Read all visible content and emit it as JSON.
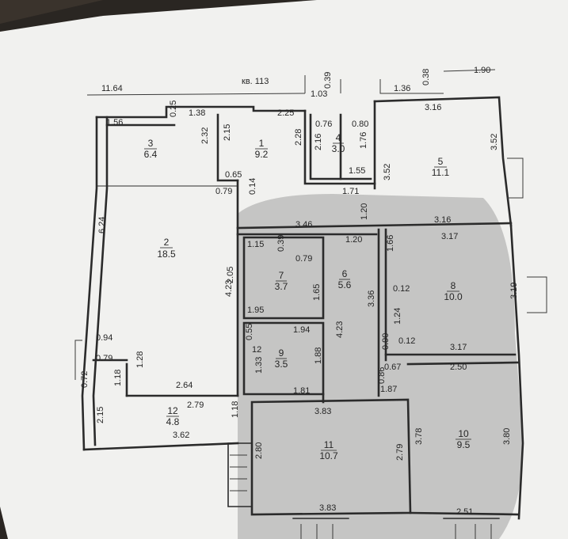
{
  "header": {
    "apartment": "кв. 113",
    "top_left_dim": "11.64",
    "top_right_dim": "1.90"
  },
  "rooms": [
    {
      "id": "1",
      "area": "9.2"
    },
    {
      "id": "2",
      "area": "18.5"
    },
    {
      "id": "3",
      "area": "6.4"
    },
    {
      "id": "4",
      "area": "3.0"
    },
    {
      "id": "5",
      "area": "11.1"
    },
    {
      "id": "6",
      "area": "5.6"
    },
    {
      "id": "7",
      "area": "3.7"
    },
    {
      "id": "8",
      "area": "10.0"
    },
    {
      "id": "9",
      "area": "3.5"
    },
    {
      "id": "10",
      "area": "9.5"
    },
    {
      "id": "11",
      "area": "10.7"
    },
    {
      "id": "12",
      "area": "4.8"
    }
  ],
  "dims": [
    "1.03",
    "0.39",
    "1.36",
    "0.38",
    "3.16",
    "3.52",
    "1.56",
    "0.25",
    "1.38",
    "2.32",
    "2.15",
    "2.28",
    "2.25",
    "0.76",
    "0.80",
    "2.16",
    "1.76",
    "3.52",
    "0.65",
    "0.14",
    "0.79",
    "1.55",
    "1.71",
    "1.20",
    "6.24",
    "3.46",
    "3.16",
    "1.20",
    "3.17",
    "1.15",
    "0.39",
    "0.79",
    "2.05",
    "1.66",
    "4.23",
    "1.65",
    "3.36",
    "0.12",
    "3.19",
    "1.95",
    "0.55",
    "1.94",
    "4.23",
    "1.24",
    "0.90",
    "0.12",
    "3.17",
    "0.94",
    "0.79",
    "12",
    "1.33",
    "1.88",
    "0.86",
    "0.67",
    "2.50",
    "1.18",
    "1.28",
    "2.64",
    "1.81",
    "1.87",
    "0.72",
    "2.79",
    "1.18",
    "3.83",
    "2.15",
    "3.62",
    "2.80",
    "2.79",
    "3.78",
    "3.80",
    "3.83",
    "2.51"
  ]
}
